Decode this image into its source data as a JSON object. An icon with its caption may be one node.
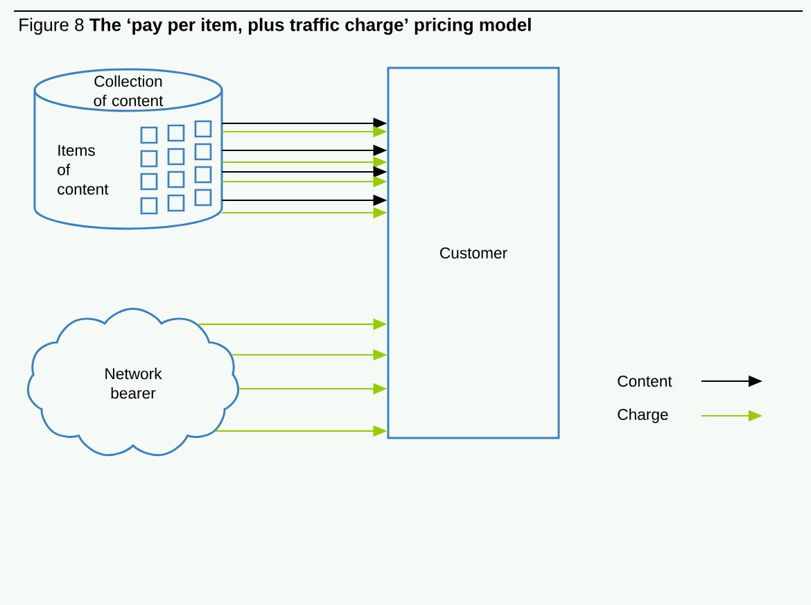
{
  "diagram": {
    "title": "Figure 8 **The ‘pay per item, plus traffic charge’ pricing model**",
    "nodes": [
      {
        "text": [
          "Collection of content",
          "Items of content"
        ]
      },
      {
        "text": [
          "Customer"
        ]
      },
      {
        "text": [
          "Network bearer"
        ]
      }
    ],
    "edges": [
      {
        "from": 0,
        "to": 1,
        "arrow": "to",
        "color": "#000000"
      },
      {
        "from": 0,
        "to": 1,
        "arrow": "to"
      },
      {
        "from": 0,
        "to": 1,
        "arrow": "to",
        "color": "#000000"
      },
      {
        "from": 0,
        "to": 1,
        "arrow": "to"
      },
      {
        "from": 0,
        "to": 1,
        "arrow": "to",
        "color": "#000000"
      },
      {
        "from": 0,
        "to": 1,
        "arrow": "to"
      },
      {
        "from": 0,
        "to": 1,
        "arrow": "to",
        "color": "#000000"
      },
      {
        "from": 0,
        "to": 1,
        "arrow": "to"
      },
      {
        "from": 2,
        "to": 1,
        "arrow": "to"
      },
      {
        "from": 2,
        "to": 1,
        "arrow": "to"
      },
      {
        "from": 2,
        "to": 1,
        "arrow": "to"
      },
      {
        "from": 2,
        "to": 1,
        "arrow": "to"
      }
    ],
    "legend": [
      {
        "text": "Content"
      },
      {
        "text": "Charge"
      }
    ]
  }
}
